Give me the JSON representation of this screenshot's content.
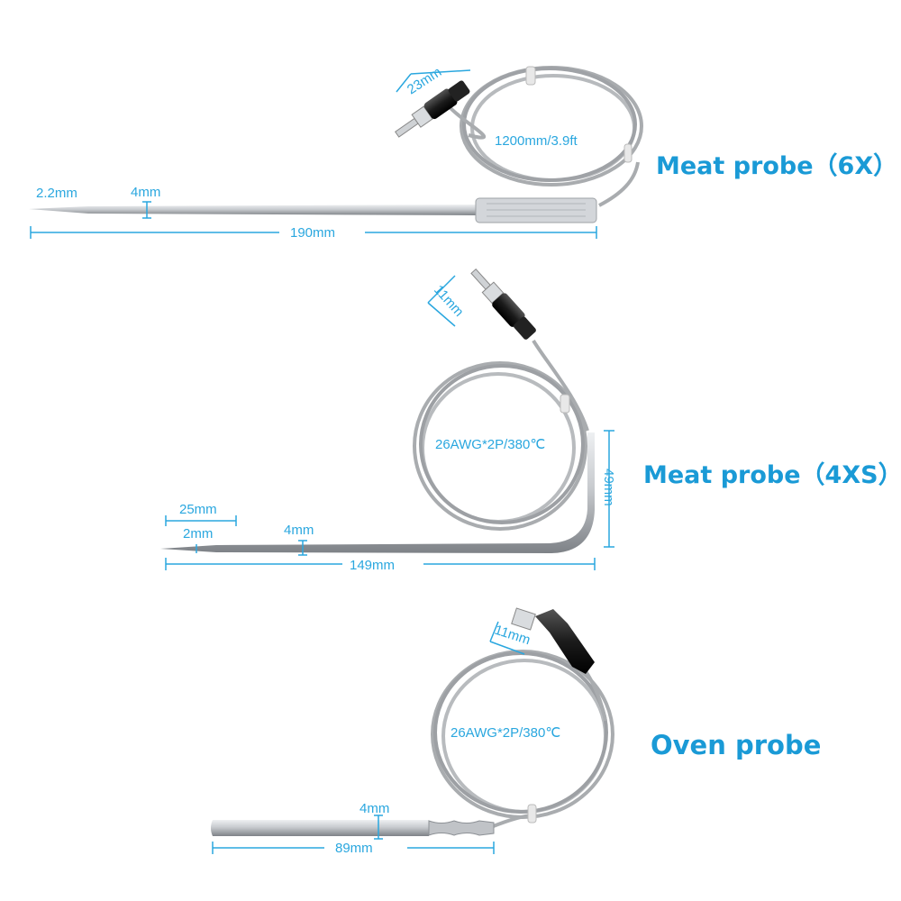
{
  "colors": {
    "accent": "#1a9ad6",
    "dimension_line": "#2aa7df",
    "steel": "#c4c7cb",
    "cable": "#a9acaf",
    "plug": "#1f1f1f"
  },
  "probes": [
    {
      "title": "Meat probe（6X）",
      "connector_length": "23mm",
      "cable_length": "1200mm/3.9ft",
      "tip_diameter": "2.2mm",
      "shaft_diameter": "4mm",
      "probe_length": "190mm"
    },
    {
      "title": "Meat probe（4XS）",
      "connector_length": "11mm",
      "cable_spec": "26AWG*2P/380℃",
      "bend_height": "49mm",
      "taper_length": "25mm",
      "tip_diameter": "2mm",
      "shaft_diameter": "4mm",
      "probe_length": "149mm"
    },
    {
      "title": "Oven probe",
      "connector_length": "11mm",
      "cable_spec": "26AWG*2P/380℃",
      "shaft_diameter": "4mm",
      "probe_length": "89mm"
    }
  ]
}
